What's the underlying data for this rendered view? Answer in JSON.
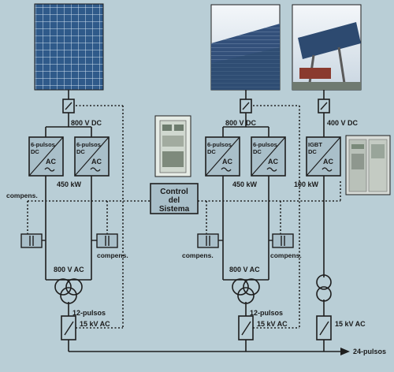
{
  "labels": {
    "dc_left": "800 V DC",
    "dc_mid": "800 V DC",
    "dc_right": "400 V DC",
    "inv_a_top": "6-pulsos",
    "inv_a_dc": "DC",
    "inv_a_ac": "AC",
    "inv_b_top": "6-pulsos",
    "inv_b_dc": "DC",
    "inv_b_ac": "AC",
    "inv_c_top": "6-pulsos",
    "inv_c_dc": "DC",
    "inv_c_ac": "AC",
    "inv_d_top": "6-pulsos",
    "inv_d_dc": "DC",
    "inv_d_ac": "AC",
    "inv_e_top": "IGBT",
    "inv_e_dc": "DC",
    "inv_e_ac": "AC",
    "power_left": "450 kW",
    "power_mid": "450 kW",
    "power_right": "100 kW",
    "control_l1": "Control",
    "control_l2": "del",
    "control_l3": "Sistema",
    "compens_1": "compens.",
    "compens_2": "compens.",
    "compens_3": "compens.",
    "compens_4": "compens.",
    "ac_left": "800 V AC",
    "ac_mid": "800 V AC",
    "pulse_left": "12-pulsos",
    "pulse_mid": "12-pulsos",
    "kv_left": "15 kV AC",
    "kv_mid": "15 kV AC",
    "kv_right": "15 kV AC",
    "output": "24-pulsos"
  },
  "colors": {
    "background": "#b9ced6",
    "line": "#1e1e1e",
    "box": "#a9bfc9",
    "photo_panel": "#3a5e88",
    "photo_sky": "#ffffff"
  },
  "icons": [
    "solar-panel-photo",
    "fuse-switch-icon",
    "inverter-icon",
    "capacitor-bank-icon",
    "transformer-icon",
    "cabinet-photo"
  ]
}
